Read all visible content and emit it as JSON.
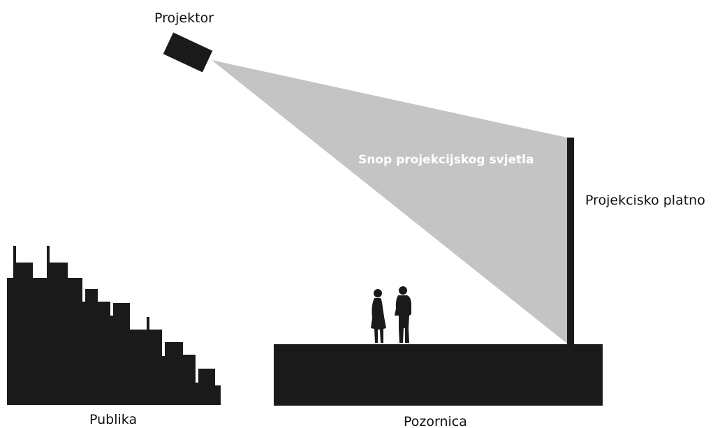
{
  "labels": {
    "projector": "Projektor",
    "beam": "Snop projekcijskog svjetla",
    "screen": "Projekcisko platno",
    "audience": "Publika",
    "stage": "Pozornica"
  },
  "colors": {
    "ink": "#1a1a1a",
    "beam": "#c4c4c4",
    "beam_text": "#ffffff",
    "background": "#ffffff"
  },
  "icons": {
    "projector": "projector-icon",
    "people": "people-silhouette-icon"
  }
}
